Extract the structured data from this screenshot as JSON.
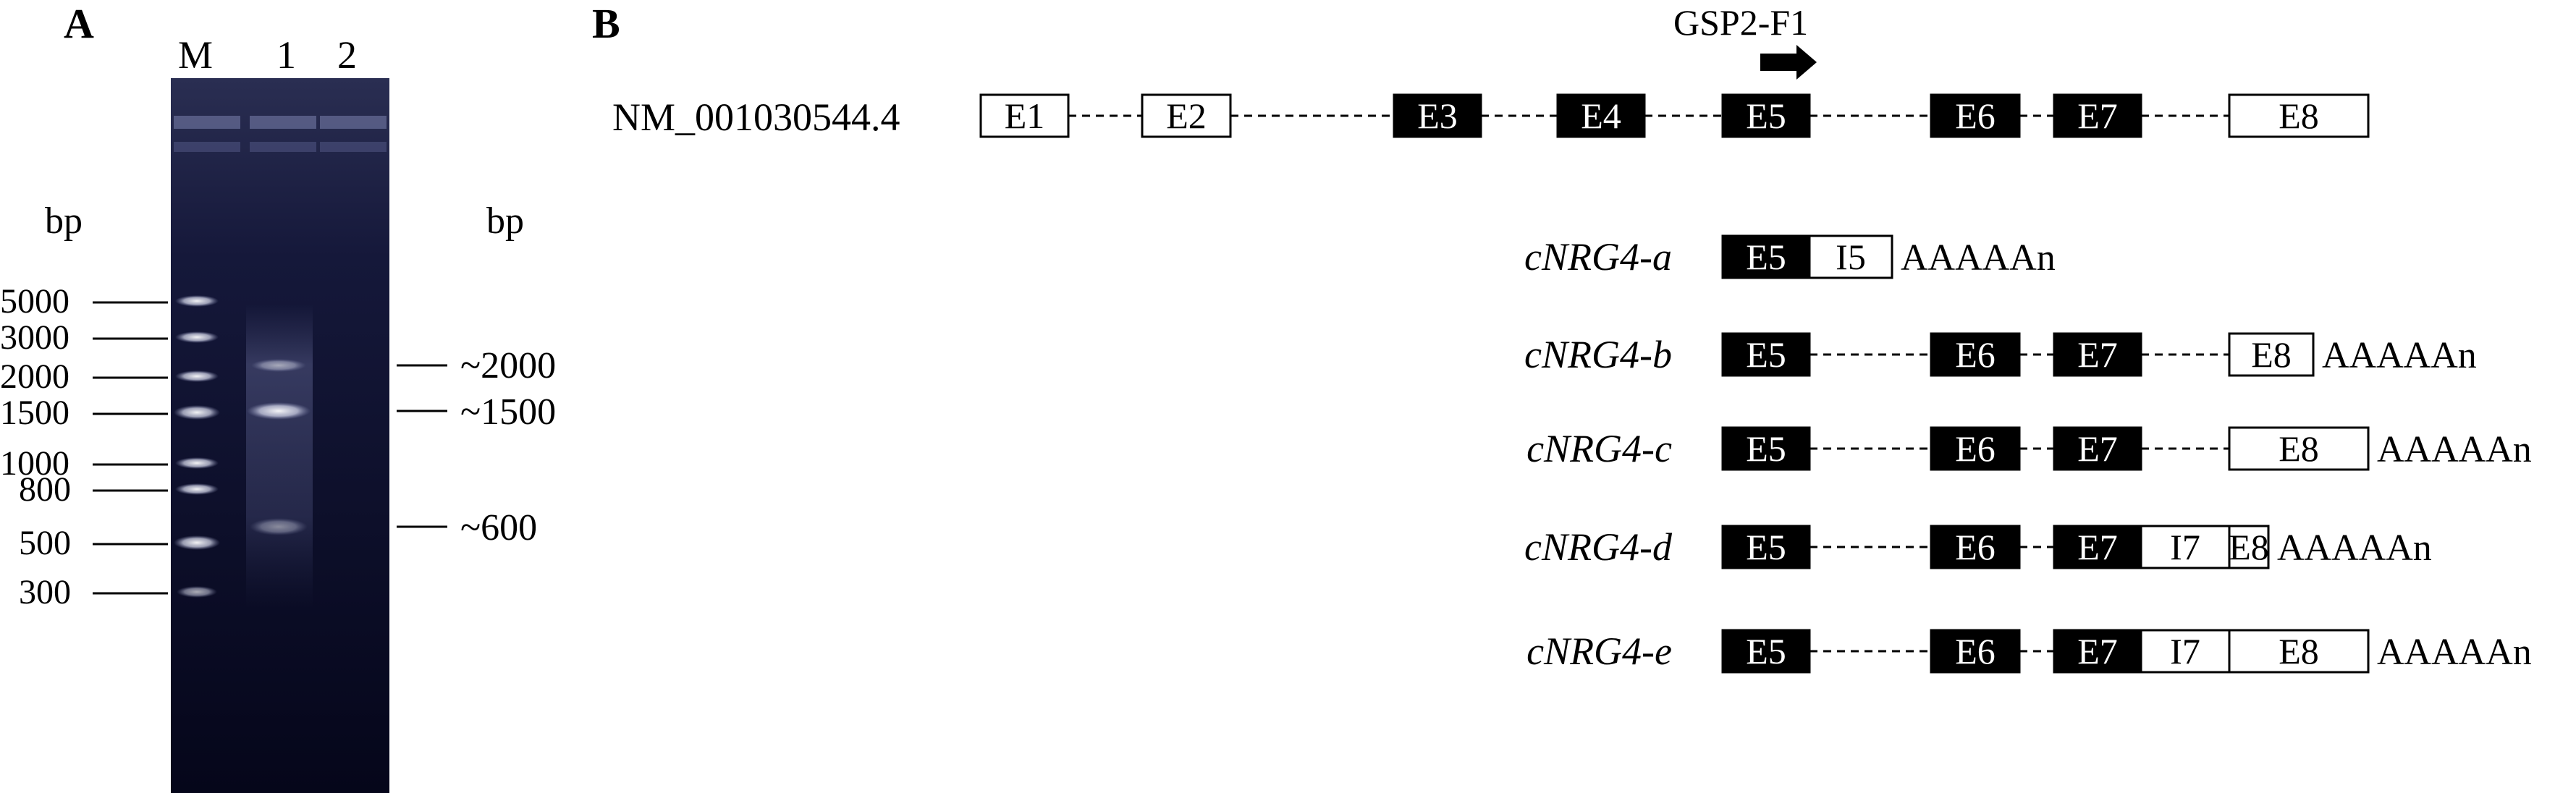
{
  "panel_a": {
    "letter": "A",
    "lanes": [
      "M",
      "1",
      "2"
    ],
    "bp_left": "bp",
    "bp_right": "bp",
    "ladder": [
      "5000",
      "3000",
      "2000",
      "1500",
      "1000",
      "800",
      "500",
      "300"
    ],
    "bands": [
      "~2000",
      "~1500",
      "~600"
    ]
  },
  "panel_b": {
    "letter": "B",
    "primer": "GSP2-F1",
    "reference": {
      "name": "NM_001030544.4",
      "segments": [
        {
          "label": "E1",
          "fill": "white"
        },
        {
          "label": "E2",
          "fill": "white"
        },
        {
          "label": "E3",
          "fill": "black"
        },
        {
          "label": "E4",
          "fill": "black"
        },
        {
          "label": "E5",
          "fill": "black"
        },
        {
          "label": "E6",
          "fill": "black"
        },
        {
          "label": "E7",
          "fill": "black"
        },
        {
          "label": "E8",
          "fill": "white"
        }
      ]
    },
    "transcripts": [
      {
        "name": "cNRG4-a",
        "segments": [
          "E5",
          "I5"
        ],
        "tail": "AAAAAn"
      },
      {
        "name": "cNRG4-b",
        "segments": [
          "E5",
          "E6",
          "E7",
          "E8"
        ],
        "tail": "AAAAAn"
      },
      {
        "name": "cNRG4-c",
        "segments": [
          "E5",
          "E6",
          "E7",
          "E8"
        ],
        "tail": "AAAAAn"
      },
      {
        "name": "cNRG4-d",
        "segments": [
          "E5",
          "E6",
          "E7",
          "I7",
          "E8"
        ],
        "tail": "AAAAAn"
      },
      {
        "name": "cNRG4-e",
        "segments": [
          "E5",
          "E6",
          "E7",
          "I7",
          "E8"
        ],
        "tail": "AAAAAn"
      }
    ]
  },
  "colors": {
    "gel_dark": "#06071a",
    "gel_mid": "#1f2244",
    "band": "#e4e6f4",
    "exon_dark": "#000000",
    "exon_light": "#ffffff"
  }
}
